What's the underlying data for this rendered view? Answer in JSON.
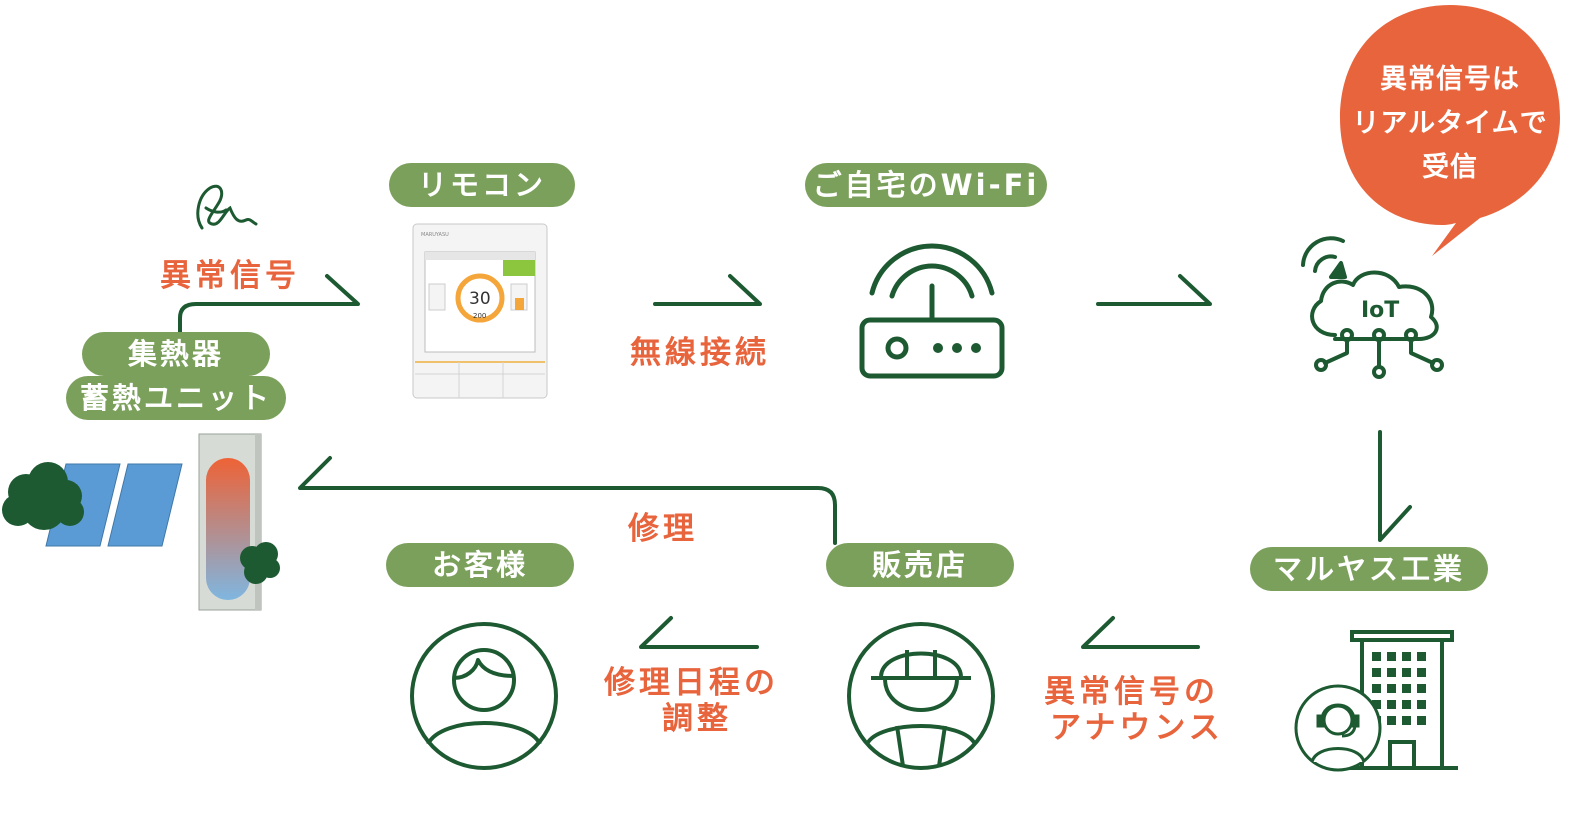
{
  "colors": {
    "green_dark": "#1d5a32",
    "green_pill": "#7ba05b",
    "accent_orange": "#e8643d",
    "panel_blue": "#5b9bd5",
    "tank_gradient": [
      "#ee6236",
      "#7fb6e0"
    ]
  },
  "nodes": {
    "collector": {
      "line1": "集熱器",
      "line2": "蓄熱ユニット"
    },
    "remote": {
      "label": "リモコン",
      "brand": "MARUYASU",
      "display_value": "30",
      "display_sub": "200"
    },
    "wifi": {
      "label": "ご自宅のWi-Fi"
    },
    "iot": {
      "label": "IoT"
    },
    "maker": {
      "label": "マルヤス工業"
    },
    "dealer": {
      "label": "販売店"
    },
    "customer": {
      "label": "お客様"
    }
  },
  "flows": {
    "abnormal_signal": "異常信号",
    "wireless": "無線接続",
    "repair": "修理",
    "schedule": {
      "line1": "修理日程の",
      "line2": "調整"
    },
    "announce": {
      "line1": "異常信号の",
      "line2": "アナウンス"
    }
  },
  "bubble": {
    "line1": "異常信号は",
    "line2": "リアルタイムで",
    "line3": "受信"
  },
  "icons": [
    "signature-icon",
    "solar-panel-icon",
    "tree-icon",
    "storage-tank-icon",
    "remote-controller-icon",
    "router-icon",
    "iot-cloud-icon",
    "office-building-icon",
    "operator-headset-icon",
    "worker-helmet-icon",
    "customer-person-icon"
  ]
}
